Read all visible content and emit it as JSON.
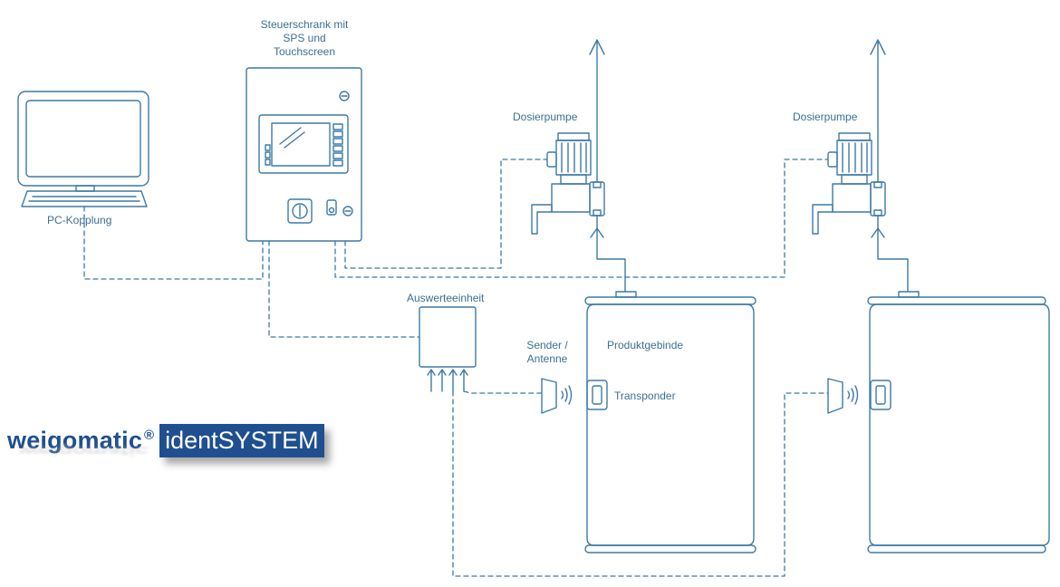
{
  "labels": {
    "control_cabinet": [
      "Steuerschrank mit",
      "SPS und",
      "Touchscreen"
    ],
    "pc": "PC-Kopplung",
    "pump_1": "Dosierpumpe",
    "pump_2": "Dosierpumpe",
    "evaluation_unit": "Auswerteeinheit",
    "sender": [
      "Sender /",
      "Antenne"
    ],
    "product_container": "Produktgebinde",
    "transponder": "Transponder"
  },
  "logo": {
    "word": "weigomatic",
    "registered": "®",
    "badge": "identSYSTEM"
  },
  "colors": {
    "line": "#3d7aa6",
    "label": "#3d6f92",
    "logo": "#1f4f8f"
  }
}
